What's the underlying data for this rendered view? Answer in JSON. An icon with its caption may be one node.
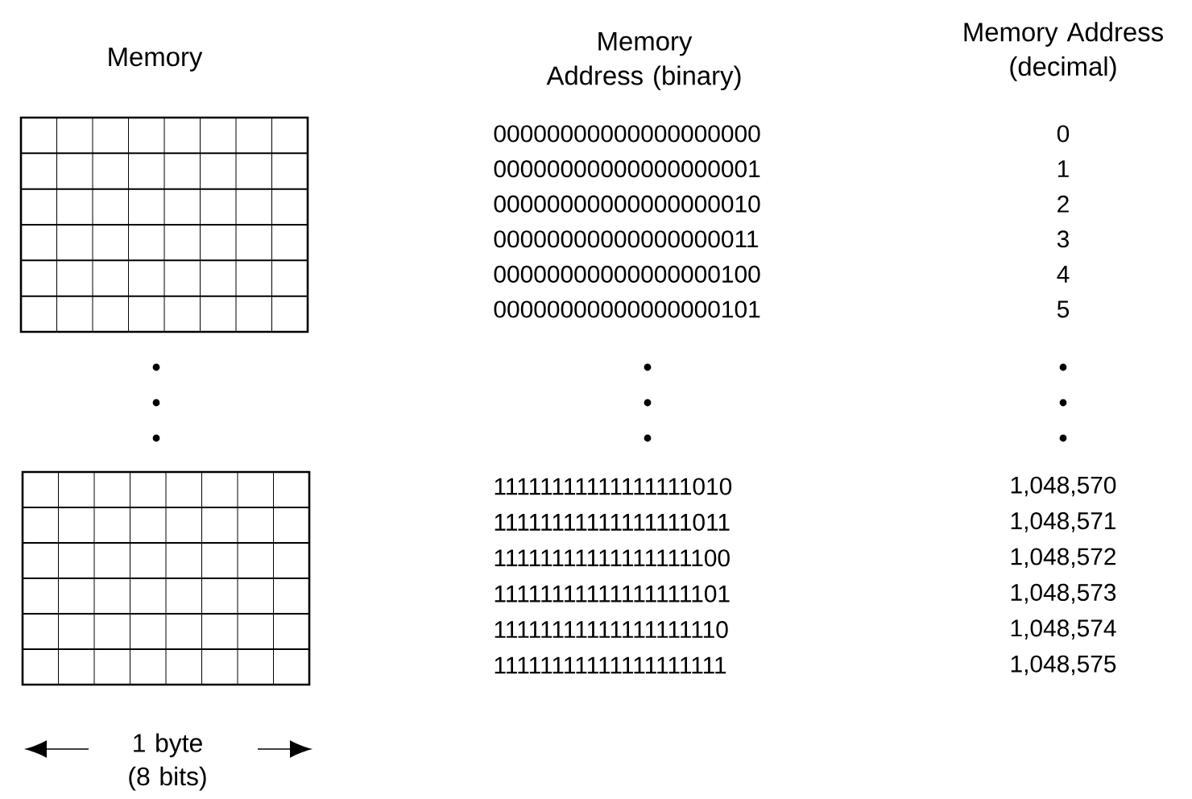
{
  "diagram": {
    "labels": [
      "Memory",
      "Memory Address (binary)",
      "Memory Address (decimal)",
      "00000000000000000000",
      "0",
      "00000000000000000001",
      "1",
      "00000000000000000010",
      "2",
      "00000000000000000011",
      "3",
      "00000000000000000100",
      "4",
      "00000000000000000101",
      "5",
      "11111111111111111010",
      "1,048,570",
      "11111111111111111011",
      "1,048,571",
      "11111111111111111100",
      "1,048,572",
      "11111111111111111101",
      "1,048,573",
      "11111111111111111110",
      "1,048,574",
      "11111111111111111111",
      "1,048,575",
      "1 byte (8 bits)"
    ]
  }
}
